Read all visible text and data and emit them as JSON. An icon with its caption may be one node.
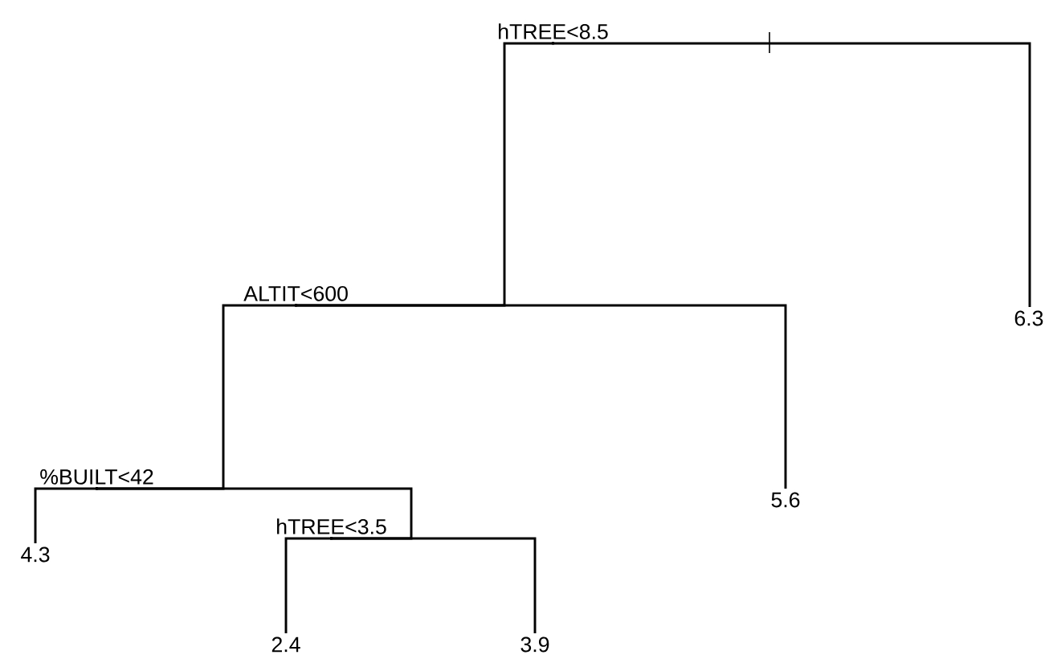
{
  "diagram": {
    "nodes": [
      {
        "text": [
          "hTREE<8.5"
        ]
      },
      {
        "text": [
          "ALTIT<600"
        ]
      },
      {
        "text": [
          "6.3"
        ]
      },
      {
        "text": [
          "%BUILT<42"
        ]
      },
      {
        "text": [
          "5.6"
        ]
      },
      {
        "text": [
          "4.3"
        ]
      },
      {
        "text": [
          "hTREE<3.5"
        ]
      },
      {
        "text": [
          "2.4"
        ]
      },
      {
        "text": [
          "3.9"
        ]
      }
    ],
    "edges": [
      {
        "from": 0,
        "to": 1,
        "arrow": "none"
      },
      {
        "from": 0,
        "to": 2,
        "arrow": "none"
      },
      {
        "from": 1,
        "to": 3,
        "arrow": "none"
      },
      {
        "from": 1,
        "to": 4,
        "arrow": "none"
      },
      {
        "from": 3,
        "to": 5,
        "arrow": "none"
      },
      {
        "from": 3,
        "to": 6,
        "arrow": "none"
      },
      {
        "from": 6,
        "to": 7,
        "arrow": "none"
      },
      {
        "from": 6,
        "to": 8,
        "arrow": "none"
      }
    ]
  }
}
